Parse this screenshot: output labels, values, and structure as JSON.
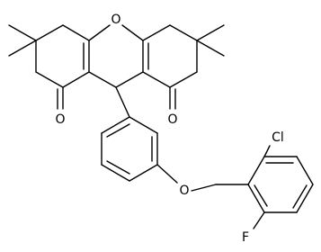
{
  "structure": {
    "atoms": {
      "ring_oxygen": "O",
      "ketone_oxygen_left": "O",
      "ketone_oxygen_right": "O",
      "ether_oxygen": "O",
      "chlorine": "Cl",
      "fluorine": "F"
    }
  }
}
